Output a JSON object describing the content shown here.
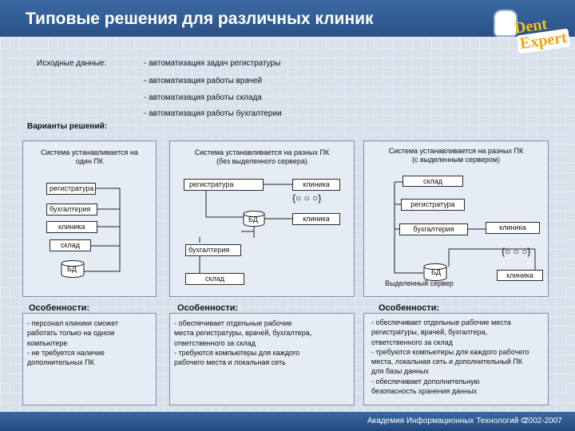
{
  "title": "Типовые решения для различных клиник",
  "logo": {
    "line1": "Dent",
    "line2": "Expert"
  },
  "source": {
    "label": "Исходные данные:",
    "items": [
      "- автоматизация задач регистратуры",
      "- автоматизация работы врачей",
      "- автоматизация работы склада",
      "- автоматизация работы бухгалтерии"
    ]
  },
  "variants_label": "Варианты решений:",
  "solutions": [
    {
      "caption": "Система устанавливается на\nодин ПК",
      "boxes": [
        "регистратура",
        "бухгалтерия",
        "клиника",
        "склад"
      ],
      "db": "БД"
    },
    {
      "caption": "Система устанавливается на разных ПК\n(без выделенного сервера)",
      "boxes": [
        "регистратура",
        "клиника",
        "клиника",
        "бухгалтерия",
        "склад"
      ],
      "db": "БД"
    },
    {
      "caption": "Система устанавливается на разных ПК\n(с выделенным сервером)",
      "boxes": [
        "склад",
        "регистратура",
        "бухгалтерия",
        "клиника",
        "клиника"
      ],
      "db": "БД",
      "server": "Выделенный сервер"
    }
  ],
  "features_label": "Особенности:",
  "features": [
    "- персонал клиники сможет\n  работать только на одном\n  компьютере\n- не требуется наличие\n  дополнительных ПК",
    "- обеспечивает отдельные рабочие\n  места регистратуры, врачей, бухгалтера,\n  ответственного за склад\n- требуются компьютеры для каждого\n  рабочего места и локальная сеть",
    "- обеспечивает отдельные рабочие места\n  регистратуры, врачей, бухгалтера,\n  ответственного за склад\n- требуются компьютеры для каждого рабочего\n  места, локальная сеть и дополнительный ПК\n  для базы данных\n- обеспечивает дополнительную\n  безопасность хранения данных"
  ],
  "footer": {
    "text": "Академия Информационных Технологий ©",
    "years": "2002-2007"
  },
  "colors": {
    "header": "#2f5c94",
    "background": "#d8e1ec"
  }
}
